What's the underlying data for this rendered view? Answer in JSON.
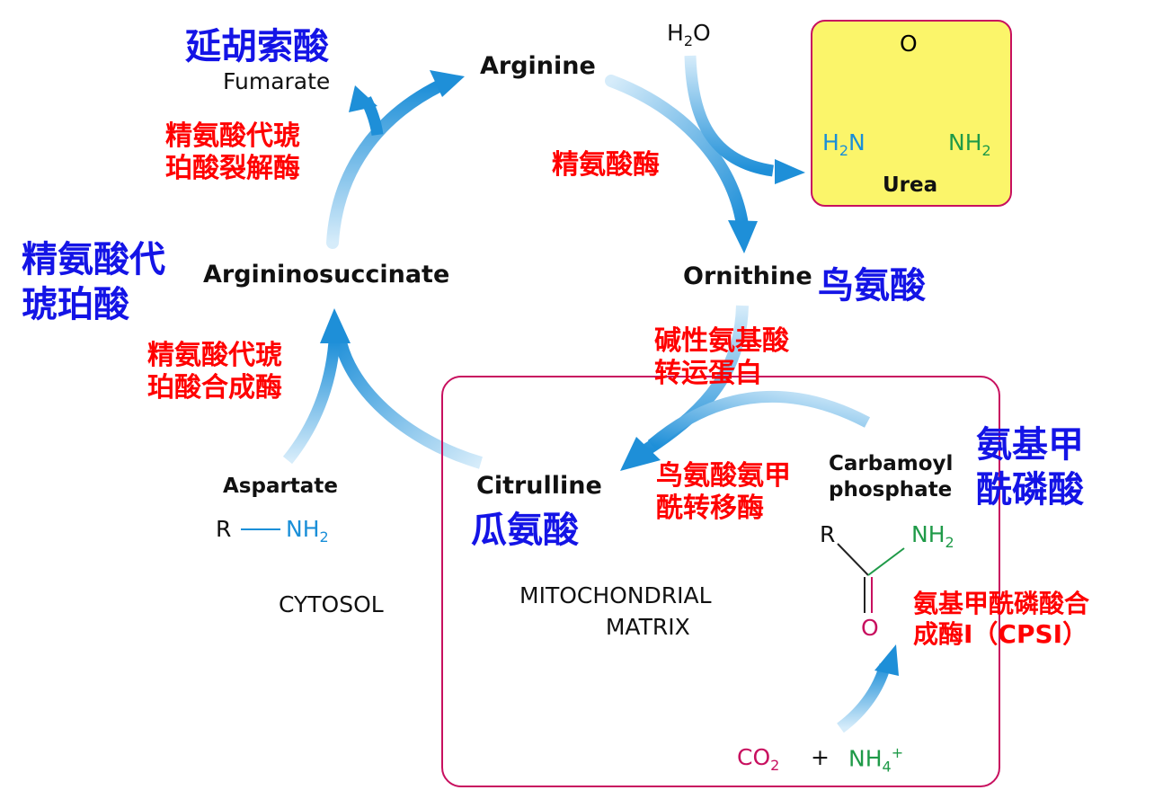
{
  "metabolites": {
    "arginine": "Arginine",
    "ornithine": "Ornithine",
    "argininosuccinate": "Argininosuccinate",
    "citrulline": "Citrulline",
    "aspartate": "Aspartate",
    "fumarate": "Fumarate",
    "carbamoyl_phosphate_line1": "Carbamoyl",
    "carbamoyl_phosphate_line2": "phosphate",
    "urea": "Urea"
  },
  "chemistry": {
    "water": "H",
    "water_sub": "2",
    "water_end": "O",
    "urea_o": "O",
    "urea_h2n": "H",
    "urea_h2n_sub": "2",
    "urea_h2n_n": "N",
    "urea_nh2": "NH",
    "urea_nh2_sub": "2",
    "aspartate_r": "R",
    "aspartate_nh2": "NH",
    "aspartate_nh2_sub": "2",
    "carbamoyl_r": "R",
    "carbamoyl_nh2": "NH",
    "carbamoyl_nh2_sub": "2",
    "carbamoyl_o": "O",
    "co2": "CO",
    "co2_sub": "2",
    "plus": "+",
    "nh4": "NH",
    "nh4_sub": "4",
    "nh4_sup": "+"
  },
  "compartments": {
    "cytosol": "CYTOSOL",
    "mito_line1": "MITOCHONDRIAL",
    "mito_line2": "MATRIX"
  },
  "chinese_names": {
    "fumarate": "延胡索酸",
    "argininosuccinate_line1": "精氨酸代",
    "argininosuccinate_line2": "琥珀酸",
    "ornithine": "鸟氨酸",
    "citrulline": "瓜氨酸",
    "carbamoyl_line1": "氨基甲",
    "carbamoyl_line2": "酰磷酸"
  },
  "enzymes": {
    "lyase_line1": "精氨酸代琥",
    "lyase_line2": "珀酸裂解酶",
    "arginase": "精氨酸酶",
    "synthetase_line1": "精氨酸代琥",
    "synthetase_line2": "珀酸合成酶",
    "transporter_line1": "碱性氨基酸",
    "transporter_line2": "转运蛋白",
    "otc_line1": "鸟氨酸氨甲",
    "otc_line2": "酰转移酶",
    "cps_line1": "氨基甲酰磷酸合",
    "cps_line2": "成酶I（CPSI）"
  }
}
